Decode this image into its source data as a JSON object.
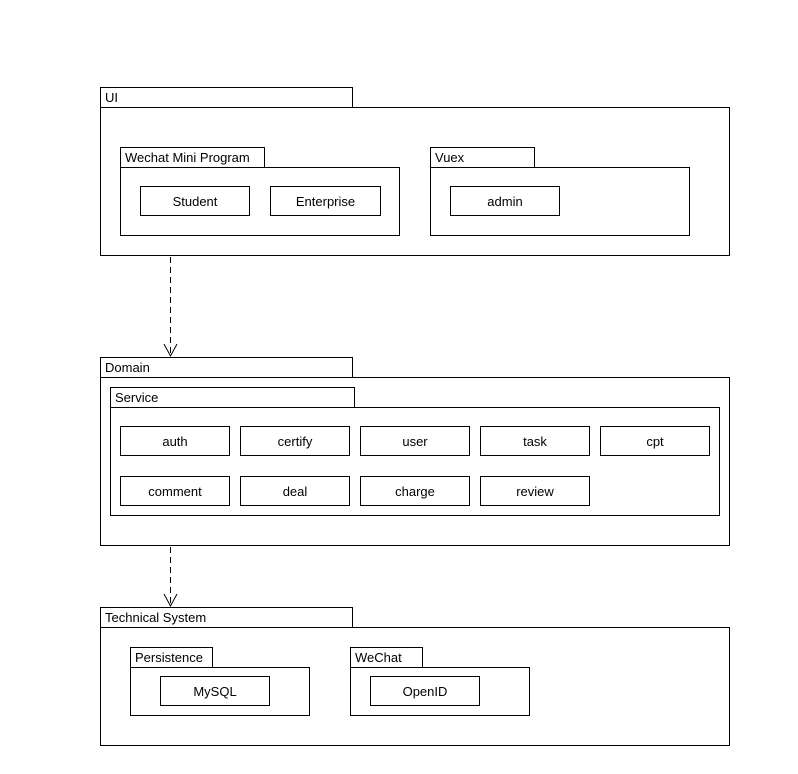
{
  "layers": {
    "ui": {
      "label": "UI",
      "wechat": {
        "label": "Wechat Mini Program",
        "items": [
          "Student",
          "Enterprise"
        ]
      },
      "vuex": {
        "label": "Vuex",
        "items": [
          "admin"
        ]
      }
    },
    "domain": {
      "label": "Domain",
      "service": {
        "label": "Service",
        "items": [
          "auth",
          "certify",
          "user",
          "task",
          "cpt",
          "comment",
          "deal",
          "charge",
          "review"
        ]
      }
    },
    "technical": {
      "label": "Technical System",
      "persistence": {
        "label": "Persistence",
        "items": [
          "MySQL"
        ]
      },
      "wechat": {
        "label": "WeChat",
        "items": [
          "OpenID"
        ]
      }
    }
  },
  "dependencies": [
    {
      "from": "UI",
      "to": "Domain"
    },
    {
      "from": "Domain",
      "to": "Technical System"
    }
  ]
}
